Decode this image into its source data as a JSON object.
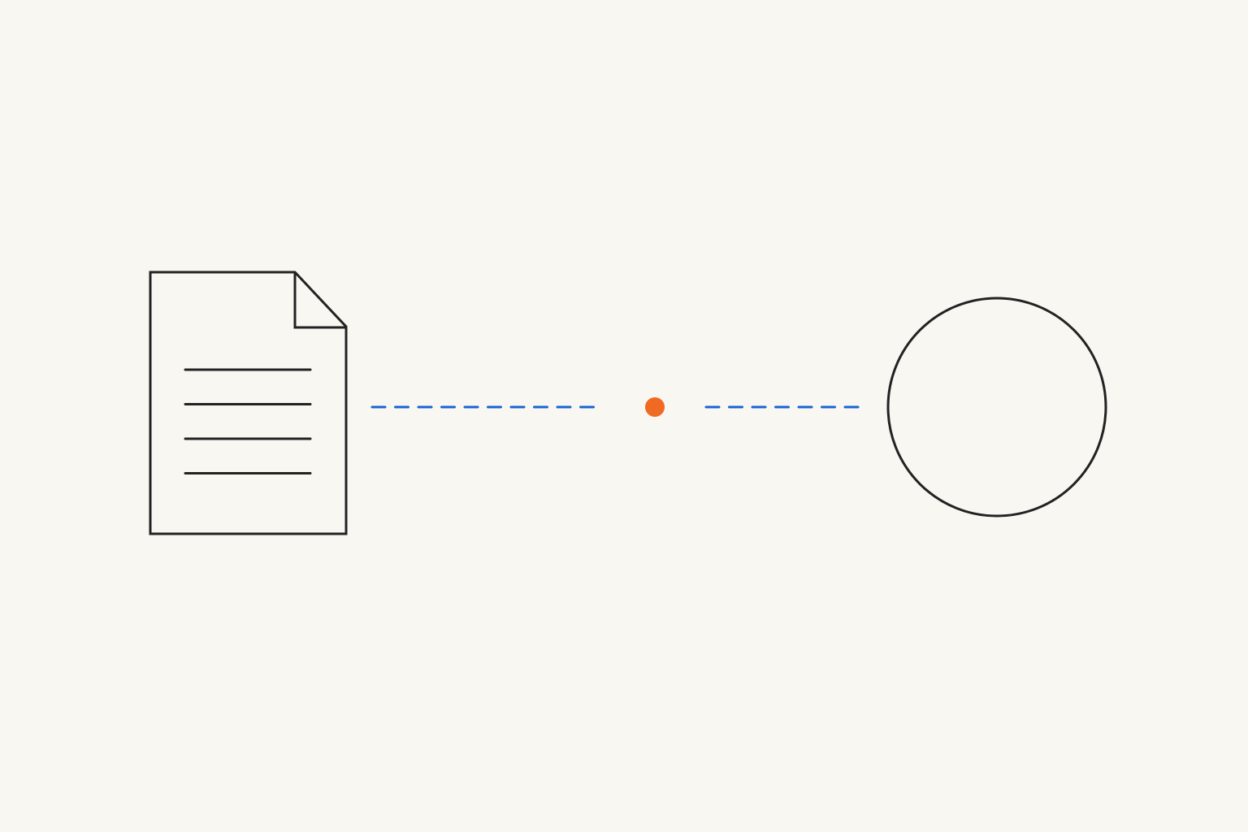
{
  "diagram": {
    "colors": {
      "background": "#f9f7f2",
      "outline": "#222222",
      "connector": "#1a64d2",
      "dot": "#f06a24"
    },
    "nodes": [
      {
        "kind": "document-icon",
        "text_lines": 4
      },
      {
        "kind": "dot"
      },
      {
        "kind": "circle"
      }
    ],
    "edges": [
      {
        "from": "document-icon",
        "to": "dot",
        "style": "dashed"
      },
      {
        "from": "dot",
        "to": "circle",
        "style": "dashed"
      }
    ]
  }
}
